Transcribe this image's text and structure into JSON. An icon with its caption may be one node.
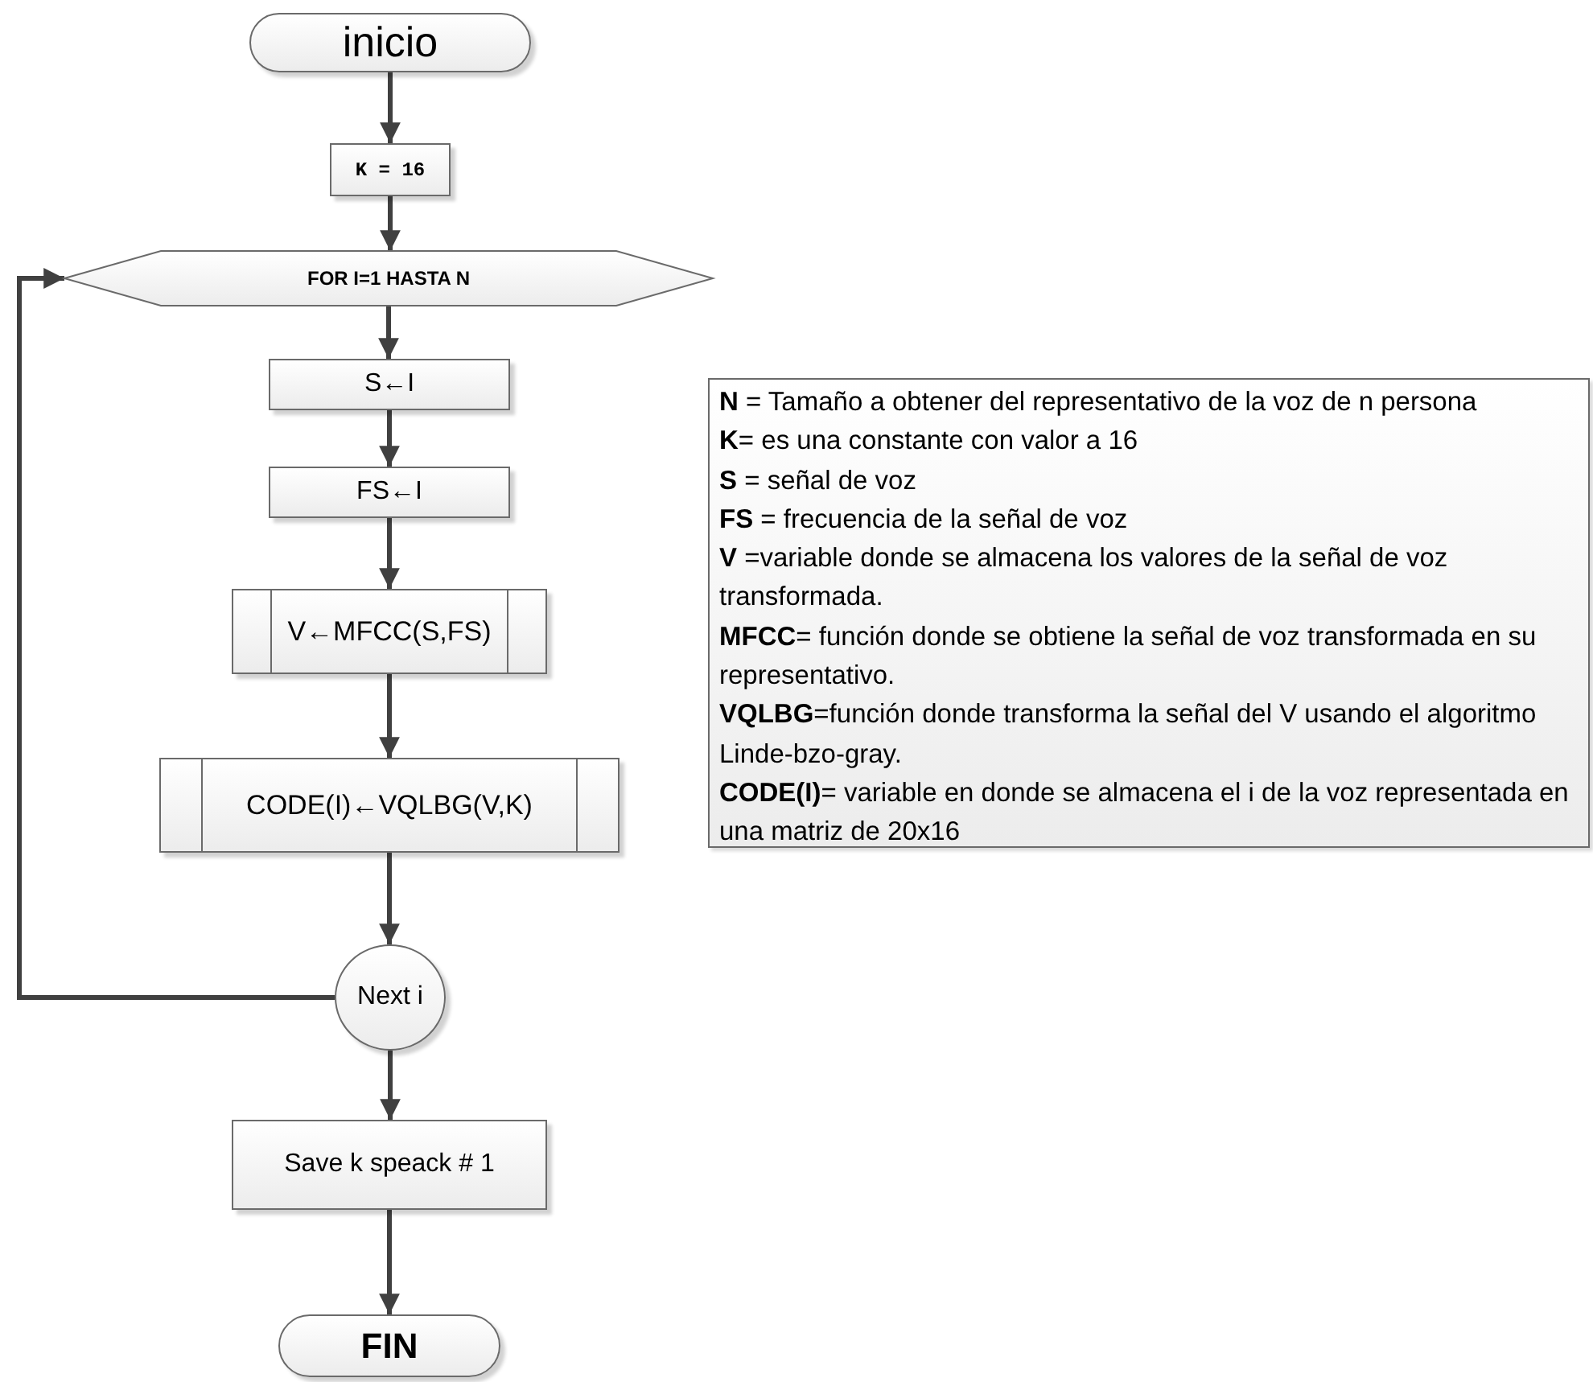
{
  "diagram": {
    "nodes": [
      {
        "text": [
          "inicio"
        ]
      },
      {
        "text": [
          "K = 16"
        ]
      },
      {
        "text": [
          "FOR I=1 HASTA  N"
        ]
      },
      {
        "text": [
          "S←I"
        ]
      },
      {
        "text": [
          "FS←I"
        ]
      },
      {
        "text": [
          "V←MFCC(S,FS)"
        ]
      },
      {
        "text": [
          "CODE(I)←VQLBG(V,K)"
        ]
      },
      {
        "text": [
          "Next i"
        ]
      },
      {
        "text": [
          "Save k speack # 1"
        ]
      },
      {
        "text": [
          "FIN"
        ]
      },
      {
        "text": [
          "**N** = Tamaño a obtener del representativo de la voz de n persona",
          "**K**= es una constante con valor a 16",
          "**S**  = señal de voz",
          "**FS** = frecuencia de la señal de voz",
          "**V** =variable donde se almacena los valores de la señal de voz transformada.",
          "**MFCC**= función donde se obtiene la señal de voz transformada en su representativo.",
          "**VQLBG**=función donde transforma la señal del V usando el algoritmo Linde-bzo-gray.",
          "**CODE(I)**= variable en donde se almacena el i de la voz representada en una matriz de 20x16"
        ]
      }
    ],
    "edges": [
      {
        "from": 0,
        "to": 1,
        "arrow": "to"
      },
      {
        "from": 1,
        "to": 2,
        "arrow": "to"
      },
      {
        "from": 2,
        "to": 3,
        "arrow": "to"
      },
      {
        "from": 3,
        "to": 4,
        "arrow": "to"
      },
      {
        "from": 4,
        "to": 5,
        "arrow": "to"
      },
      {
        "from": 5,
        "to": 6,
        "arrow": "to"
      },
      {
        "from": 6,
        "to": 7,
        "arrow": "to"
      },
      {
        "from": 7,
        "to": 2,
        "arrow": "to"
      },
      {
        "from": 7,
        "to": 8,
        "arrow": "to"
      },
      {
        "from": 8,
        "to": 9,
        "arrow": "to"
      }
    ]
  }
}
